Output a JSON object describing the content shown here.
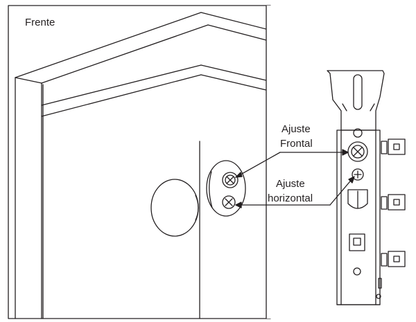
{
  "view_label": "Frente",
  "callouts": {
    "frontal": {
      "line1": "Ajuste",
      "line2": "Frontal"
    },
    "horizontal": {
      "line1": "Ajuste",
      "line2": "horizontal"
    }
  },
  "colors": {
    "ink": "#231f20",
    "panel_fill": "#ffffff",
    "background": "#ffffff"
  }
}
